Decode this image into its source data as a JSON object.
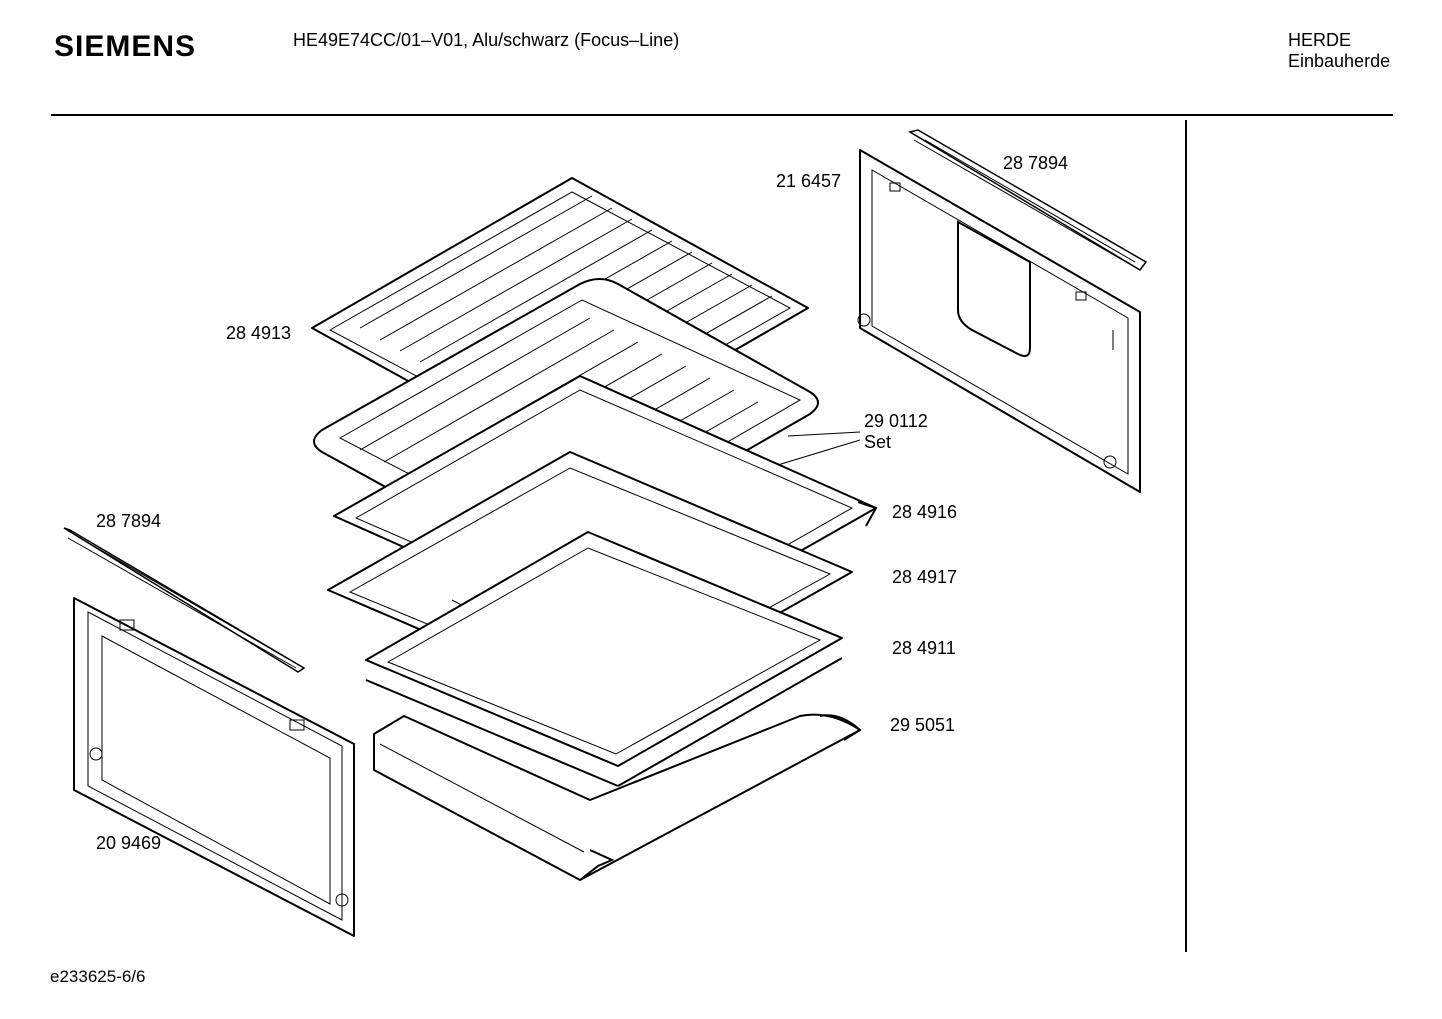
{
  "header": {
    "brand": "SIEMENS",
    "model": "HE49E74CC/01–V01, Alu/schwarz (Focus–Line)",
    "category_line1": "HERDE",
    "category_line2": "Einbauherde"
  },
  "footer": {
    "doc_id": "e233625-6/6"
  },
  "parts": {
    "part_216457": "21 6457",
    "part_287894_right": "28 7894",
    "part_284913": "28 4913",
    "part_290112": "29 0112",
    "part_290112_sub": "Set",
    "part_284916": "28 4916",
    "part_284917": "28 4917",
    "part_284911": "28 4911",
    "part_295051": "29 5051",
    "part_287894_left": "28 7894",
    "part_209469": "20 9469"
  }
}
